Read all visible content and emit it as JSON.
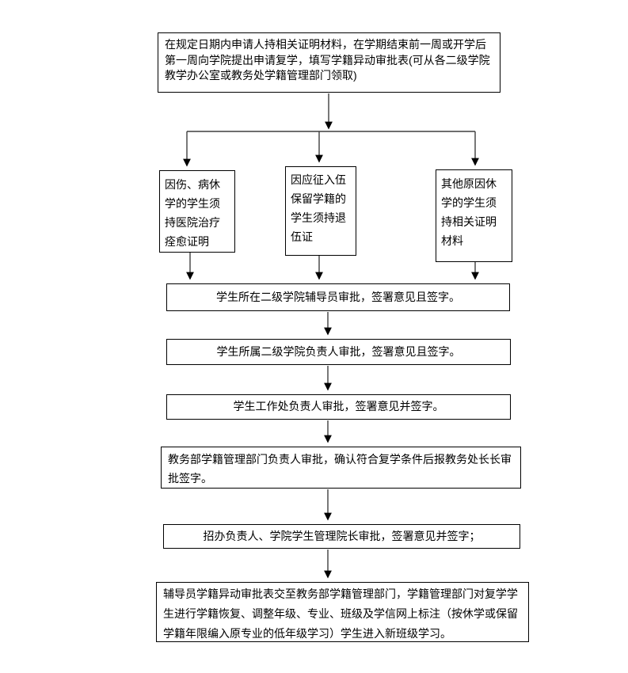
{
  "colors": {
    "background": "#ffffff",
    "box_border": "#000000",
    "box_fill": "#ffffff",
    "connector_line": "#3f3f3f",
    "arrowhead": "#000000",
    "text": "#000000"
  },
  "nodes": {
    "apply": {
      "text": "在规定日期内申请人持相关证明材料，在学期结束前一周或开学后第一周向学院提出申请复学，填写学籍异动审批表(可从各二级学院教学办公室或教务处学籍管理部门领取)"
    },
    "injury": {
      "text": "因伤、病休学的学生须持医院治疗痊愈证明"
    },
    "military": {
      "text": "因应征入伍保留学籍的学生须持退伍证"
    },
    "other": {
      "text": "其他原因休学的学生须持相关证明材料"
    },
    "counselor": {
      "text": "学生所在二级学院辅导员审批，签署意见且签字。"
    },
    "college_head": {
      "text": "学生所属二级学院负责人审批，签署意见且签字。"
    },
    "student_affairs": {
      "text": "学生工作处负责人审批，签署意见并签字。"
    },
    "registrar": {
      "text": "教务部学籍管理部门负责人审批，确认符合复学条件后报教务处长长审批签字。"
    },
    "admissions": {
      "text": "招办负责人、学院学生管理院长审批，签署意见并签字；"
    },
    "final": {
      "text": "辅导员学籍异动审批表交至教务部学籍管理部门，学籍管理部门对复学学生进行学籍恢复、调整年级、专业、班级及学信网上标注（按休学或保留学籍年限编入原专业的低年级学习）学生进入新班级学习。"
    }
  }
}
